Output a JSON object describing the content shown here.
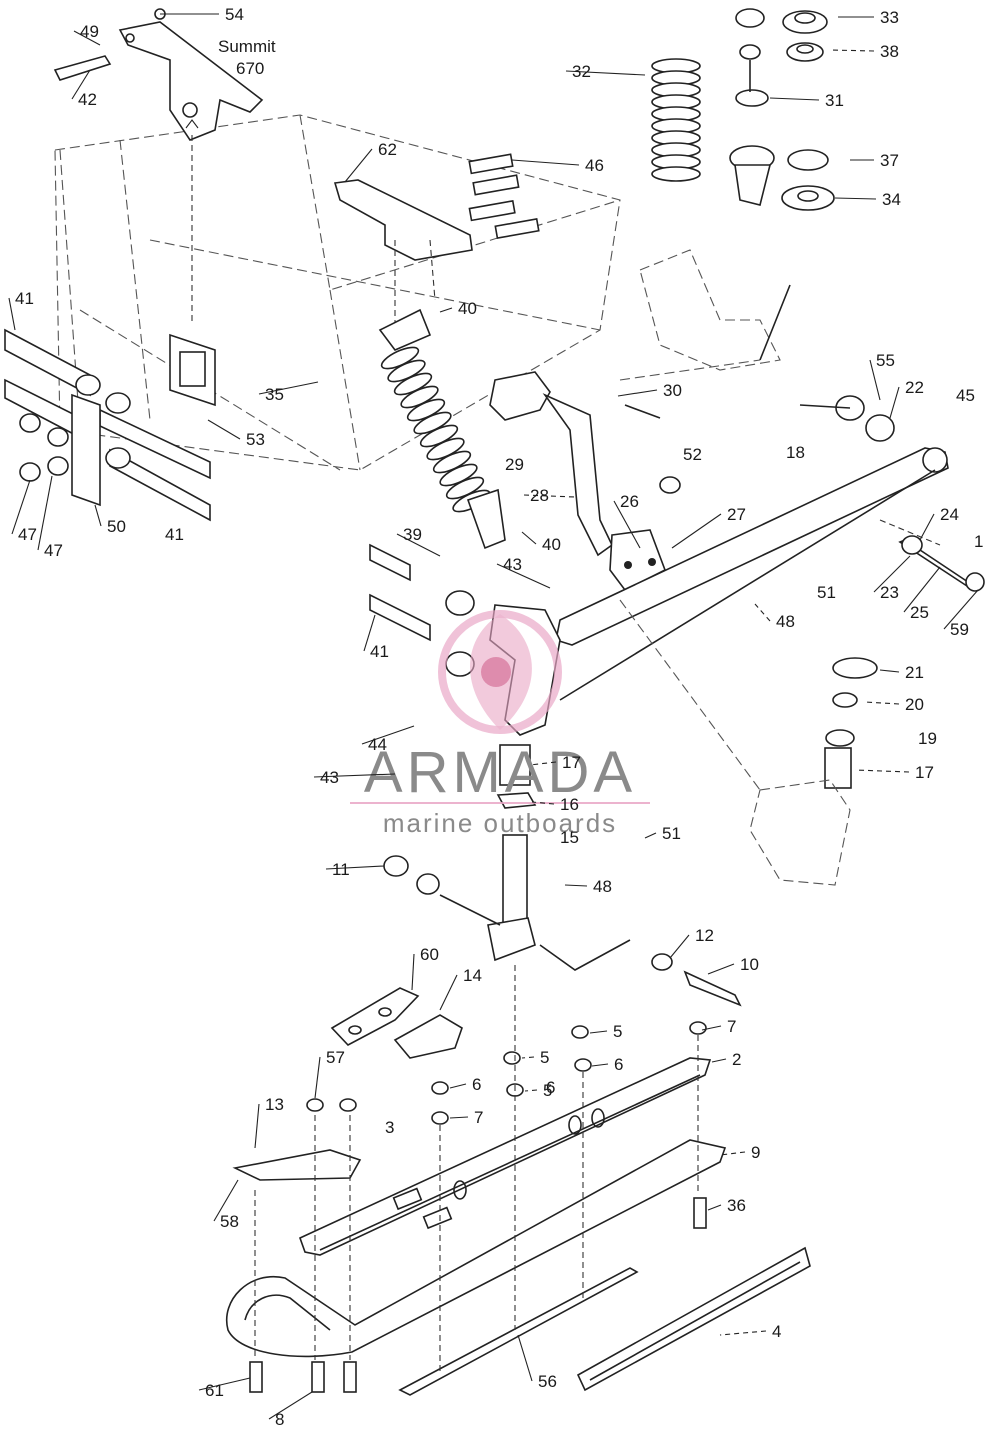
{
  "model_label": {
    "line1": "Summit",
    "line2": "670"
  },
  "watermark": {
    "title": "ARMADA",
    "subtitle": "marine outboards",
    "accent_color": "#e9a6c6"
  },
  "callouts": [
    "54",
    "49",
    "42",
    "62",
    "46",
    "32",
    "33",
    "38",
    "31",
    "37",
    "34",
    "41",
    "40",
    "35",
    "53",
    "47",
    "47",
    "50",
    "41",
    "55",
    "22",
    "45",
    "30",
    "52",
    "18",
    "29",
    "28",
    "26",
    "27",
    "24",
    "1",
    "23",
    "25",
    "59",
    "39",
    "40",
    "43",
    "51",
    "48",
    "41",
    "21",
    "20",
    "19",
    "17",
    "44",
    "43",
    "17",
    "16",
    "15",
    "51",
    "48",
    "11",
    "12",
    "10",
    "60",
    "14",
    "7",
    "5",
    "2",
    "5",
    "6",
    "5",
    "6",
    "6",
    "7",
    "57",
    "13",
    "3",
    "9",
    "58",
    "36",
    "4",
    "56",
    "61",
    "8"
  ]
}
